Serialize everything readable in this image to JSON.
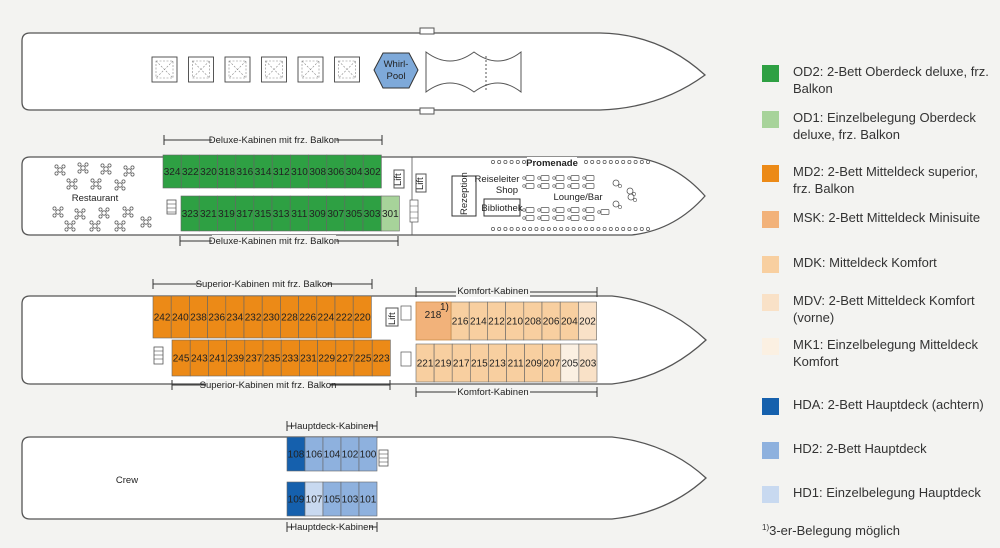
{
  "colors": {
    "OD2": "#2ea043",
    "OD1": "#a7d39a",
    "MD2": "#ec8a17",
    "MSK": "#f2b27a",
    "MDK": "#f8cfa0",
    "MDV": "#f9e1c7",
    "MK1": "#fbf0e2",
    "HDA": "#1560ad",
    "HD2": "#8eb1de",
    "HD1": "#c8d9f0"
  },
  "legend": [
    {
      "code": "OD2",
      "label": "OD2: 2-Bett Oberdeck deluxe, frz. Balkon"
    },
    {
      "code": "OD1",
      "label": "OD1: Einzelbelegung Oberdeck deluxe, frz. Balkon"
    },
    {
      "code": "MD2",
      "label": "MD2: 2-Bett Mitteldeck superior, frz. Balkon"
    },
    {
      "code": "MSK",
      "label": "MSK: 2-Bett Mitteldeck Minisuite"
    },
    {
      "code": "MDK",
      "label": "MDK: Mitteldeck Komfort"
    },
    {
      "code": "MDV",
      "label": "MDV: 2-Bett Mitteldeck Komfort (vorne)"
    },
    {
      "code": "MK1",
      "label": "MK1: Einzelbelegung Mitteldeck Komfort"
    },
    {
      "code": "HDA",
      "label": "HDA: 2-Bett Hauptdeck (achtern)"
    },
    {
      "code": "HD2",
      "label": "HD2: 2-Bett Hauptdeck"
    },
    {
      "code": "HD1",
      "label": "HD1: Einzelbelegung Hauptdeck"
    }
  ],
  "footnote": {
    "mark": "1)",
    "text": "3-er-Belegung möglich"
  },
  "sun_deck": {
    "whirlpool": [
      "Whirl-",
      "Pool"
    ]
  },
  "upper_deck": {
    "label_top": "Deluxe-Kabinen mit frz. Balkon",
    "label_bottom": "Deluxe-Kabinen mit frz. Balkon",
    "restaurant": "Restaurant",
    "lift": "Lift",
    "promenade": "Promenade",
    "rezeption": "Rezeption",
    "reiseleiter": "Reiseleiter",
    "shop": "Shop",
    "bibliothek": "Bibliothek",
    "lounge": "Lounge/Bar",
    "top_row": [
      {
        "n": "324",
        "c": "OD2"
      },
      {
        "n": "322",
        "c": "OD2"
      },
      {
        "n": "320",
        "c": "OD2"
      },
      {
        "n": "318",
        "c": "OD2"
      },
      {
        "n": "316",
        "c": "OD2"
      },
      {
        "n": "314",
        "c": "OD2"
      },
      {
        "n": "312",
        "c": "OD2"
      },
      {
        "n": "310",
        "c": "OD2"
      },
      {
        "n": "308",
        "c": "OD2"
      },
      {
        "n": "306",
        "c": "OD2"
      },
      {
        "n": "304",
        "c": "OD2"
      },
      {
        "n": "302",
        "c": "OD2"
      }
    ],
    "bottom_row": [
      {
        "n": "323",
        "c": "OD2"
      },
      {
        "n": "321",
        "c": "OD2"
      },
      {
        "n": "319",
        "c": "OD2"
      },
      {
        "n": "317",
        "c": "OD2"
      },
      {
        "n": "315",
        "c": "OD2"
      },
      {
        "n": "313",
        "c": "OD2"
      },
      {
        "n": "311",
        "c": "OD2"
      },
      {
        "n": "309",
        "c": "OD2"
      },
      {
        "n": "307",
        "c": "OD2"
      },
      {
        "n": "305",
        "c": "OD2"
      },
      {
        "n": "303",
        "c": "OD2"
      },
      {
        "n": "301",
        "c": "OD1"
      }
    ]
  },
  "middle_deck": {
    "label_top_left": "Superior-Kabinen mit frz. Balkon",
    "label_bottom_left": "Superior-Kabinen mit frz. Balkon",
    "label_top_right": "Komfort-Kabinen",
    "label_bottom_right": "Komfort-Kabinen",
    "lift": "Lift",
    "top_left": [
      {
        "n": "242",
        "c": "MD2"
      },
      {
        "n": "240",
        "c": "MD2"
      },
      {
        "n": "238",
        "c": "MD2"
      },
      {
        "n": "236",
        "c": "MD2"
      },
      {
        "n": "234",
        "c": "MD2"
      },
      {
        "n": "232",
        "c": "MD2"
      },
      {
        "n": "230",
        "c": "MD2"
      },
      {
        "n": "228",
        "c": "MD2"
      },
      {
        "n": "226",
        "c": "MD2"
      },
      {
        "n": "224",
        "c": "MD2"
      },
      {
        "n": "222",
        "c": "MD2"
      },
      {
        "n": "220",
        "c": "MD2"
      }
    ],
    "bottom_left": [
      {
        "n": "245",
        "c": "MD2"
      },
      {
        "n": "243",
        "c": "MD2"
      },
      {
        "n": "241",
        "c": "MD2"
      },
      {
        "n": "239",
        "c": "MD2"
      },
      {
        "n": "237",
        "c": "MD2"
      },
      {
        "n": "235",
        "c": "MD2"
      },
      {
        "n": "233",
        "c": "MD2"
      },
      {
        "n": "231",
        "c": "MD2"
      },
      {
        "n": "229",
        "c": "MD2"
      },
      {
        "n": "227",
        "c": "MD2"
      },
      {
        "n": "225",
        "c": "MD2"
      },
      {
        "n": "223",
        "c": "MD2"
      }
    ],
    "suite": {
      "n": "218",
      "mark": "1)",
      "c": "MSK"
    },
    "top_right": [
      {
        "n": "216",
        "c": "MDK"
      },
      {
        "n": "214",
        "c": "MDK"
      },
      {
        "n": "212",
        "c": "MDK"
      },
      {
        "n": "210",
        "c": "MDK"
      },
      {
        "n": "208",
        "c": "MDK"
      },
      {
        "n": "206",
        "c": "MDK"
      },
      {
        "n": "204",
        "c": "MDK"
      },
      {
        "n": "202",
        "c": "MDV"
      }
    ],
    "bottom_right": [
      {
        "n": "221",
        "c": "MDK"
      },
      {
        "n": "219",
        "c": "MDK"
      },
      {
        "n": "217",
        "c": "MDK"
      },
      {
        "n": "215",
        "c": "MDK"
      },
      {
        "n": "213",
        "c": "MDK"
      },
      {
        "n": "211",
        "c": "MDK"
      },
      {
        "n": "209",
        "c": "MDK"
      },
      {
        "n": "207",
        "c": "MDK"
      },
      {
        "n": "205",
        "c": "MK1"
      },
      {
        "n": "203",
        "c": "MDV"
      }
    ]
  },
  "main_deck": {
    "label_top": "Hauptdeck-Kabinen",
    "label_bottom": "Hauptdeck-Kabinen",
    "crew": "Crew",
    "top_row": [
      {
        "n": "108",
        "c": "HDA"
      },
      {
        "n": "106",
        "c": "HD2"
      },
      {
        "n": "104",
        "c": "HD2"
      },
      {
        "n": "102",
        "c": "HD2"
      },
      {
        "n": "100",
        "c": "HD2"
      }
    ],
    "bottom_row": [
      {
        "n": "109",
        "c": "HDA"
      },
      {
        "n": "107",
        "c": "HD1"
      },
      {
        "n": "105",
        "c": "HD2"
      },
      {
        "n": "103",
        "c": "HD2"
      },
      {
        "n": "101",
        "c": "HD2"
      }
    ]
  }
}
